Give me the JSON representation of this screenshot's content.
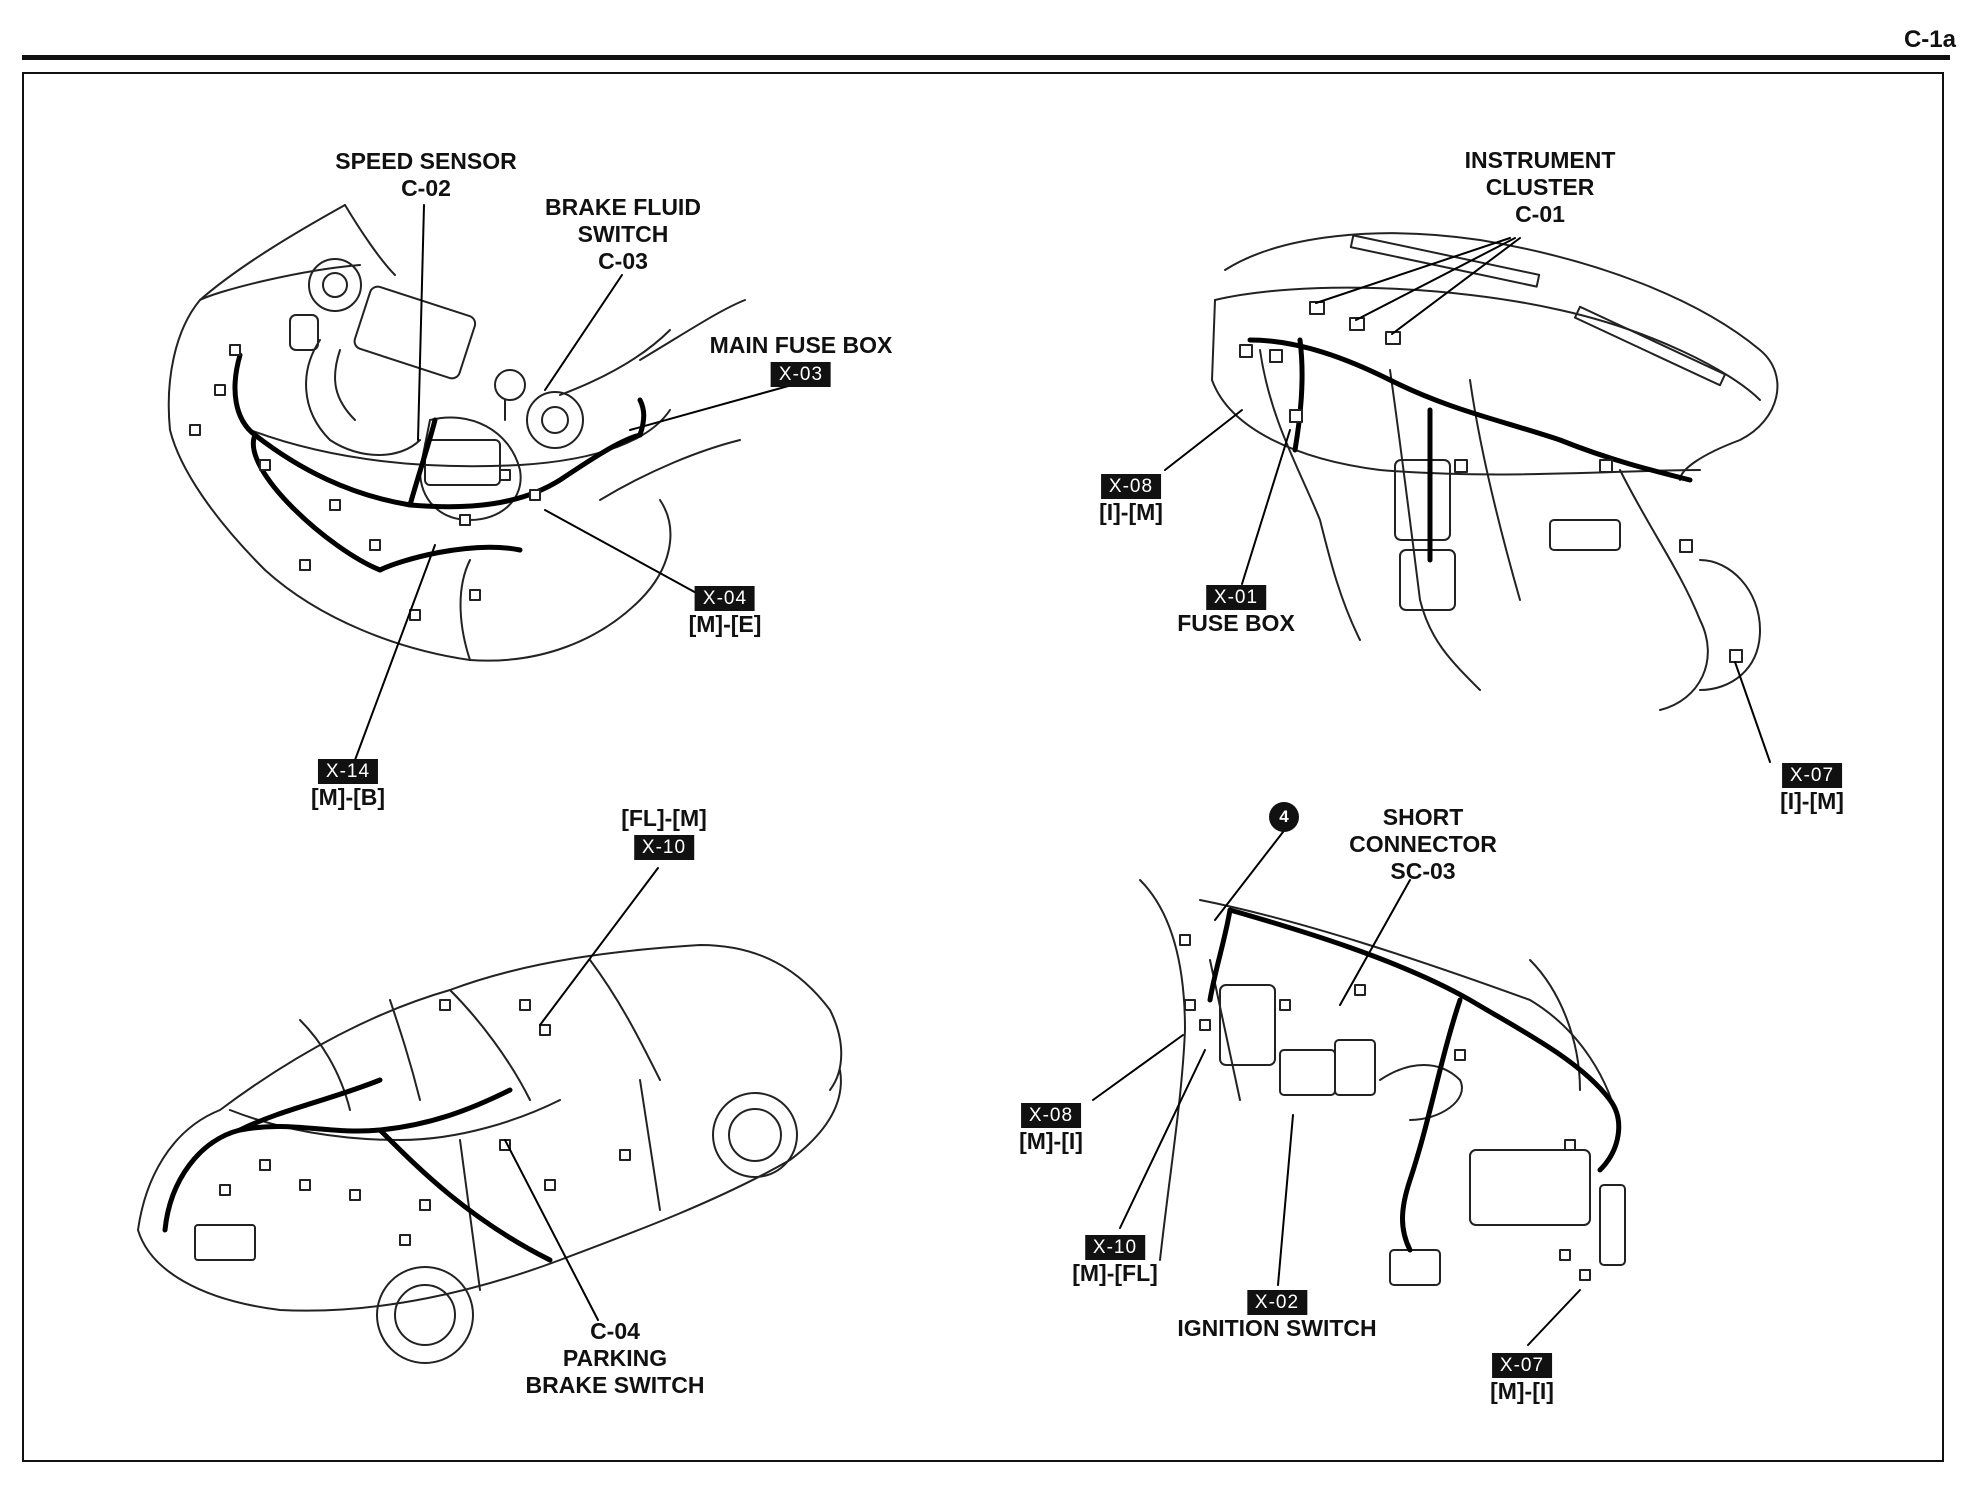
{
  "page_id": "C-1a",
  "labels": {
    "speed_sensor": {
      "name": "SPEED SENSOR",
      "code": "C-02"
    },
    "brake_fluid_switch": {
      "line1": "BRAKE FLUID",
      "line2": "SWITCH",
      "code": "C-03"
    },
    "main_fuse_box": {
      "name": "MAIN FUSE BOX",
      "tag": "X-03"
    },
    "x04": {
      "tag": "X-04",
      "sub": "[M]-[E]"
    },
    "x14": {
      "tag": "X-14",
      "sub": "[M]-[B]"
    },
    "instrument_cluster": {
      "line1": "INSTRUMENT",
      "line2": "CLUSTER",
      "code": "C-01"
    },
    "x08_upper": {
      "tag": "X-08",
      "sub": "[I]-[M]"
    },
    "fuse_box": {
      "tag": "X-01",
      "name": "FUSE BOX"
    },
    "x07_upper": {
      "tag": "X-07",
      "sub": "[I]-[M]"
    },
    "x10_upper": {
      "sub": "[FL]-[M]",
      "tag": "X-10"
    },
    "parking_brake": {
      "code": "C-04",
      "line1": "PARKING",
      "line2": "BRAKE SWITCH"
    },
    "circle_num": "4",
    "short_connector": {
      "line1": "SHORT",
      "line2": "CONNECTOR",
      "code": "SC-03"
    },
    "x08_lower": {
      "tag": "X-08",
      "sub": "[M]-[I]"
    },
    "x10_lower": {
      "tag": "X-10",
      "sub": "[M]-[FL]"
    },
    "ignition_switch": {
      "tag": "X-02",
      "name": "IGNITION SWITCH"
    },
    "x07_lower": {
      "tag": "X-07",
      "sub": "[M]-[I]"
    }
  }
}
